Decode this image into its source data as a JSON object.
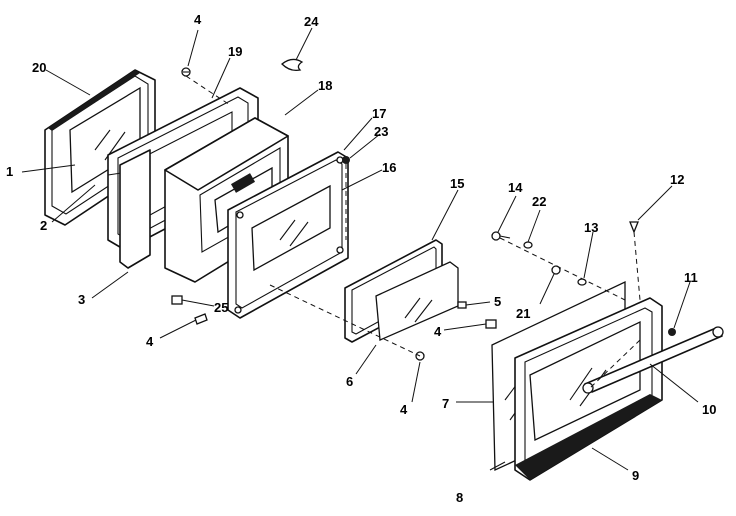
{
  "callouts": [
    "1",
    "2",
    "3",
    "4",
    "4",
    "4",
    "4",
    "5",
    "6",
    "7",
    "8",
    "9",
    "10",
    "11",
    "12",
    "13",
    "14",
    "15",
    "16",
    "17",
    "18",
    "19",
    "20",
    "21",
    "22",
    "23",
    "24",
    "25"
  ],
  "line_color": "#111111",
  "background": "#ffffff"
}
